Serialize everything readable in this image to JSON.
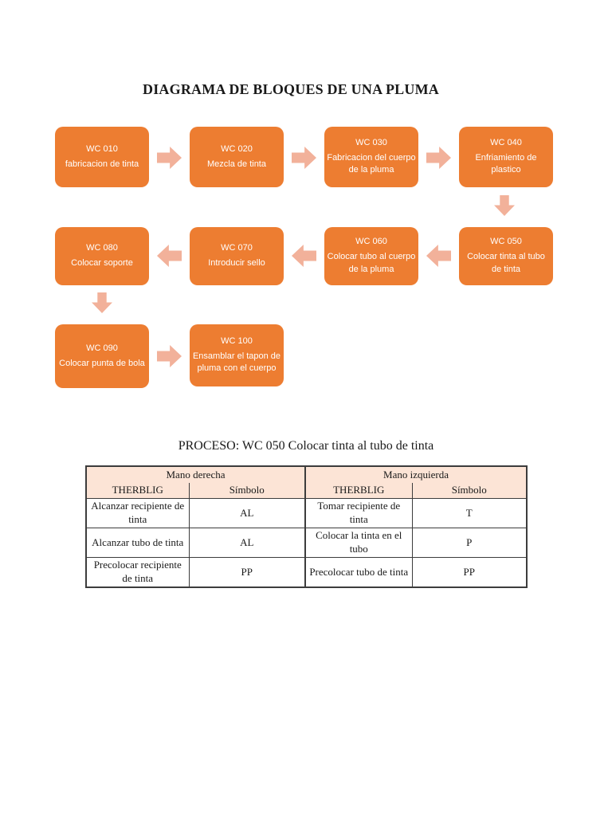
{
  "page": {
    "title": "DIAGRAMA DE BLOQUES DE UNA PLUMA",
    "process_heading": "PROCESO: WC 050 Colocar tinta al tubo de tinta"
  },
  "colors": {
    "block": "#ED7D31",
    "arrow": "#F2B19A",
    "table_header_bg": "#FCE4D6",
    "table_border": "#3C3C3C"
  },
  "diagram": {
    "blocks": [
      {
        "code": "WC 010",
        "label": "fabricacion de tinta"
      },
      {
        "code": "WC 020",
        "label": "Mezcla de tinta"
      },
      {
        "code": "WC 030",
        "label": "Fabricacion del cuerpo de la pluma"
      },
      {
        "code": "WC 040",
        "label": "Enfriamiento de plastico"
      },
      {
        "code": "WC 050",
        "label": "Colocar tinta al tubo de tinta"
      },
      {
        "code": "WC 060",
        "label": "Colocar tubo al cuerpo de la pluma"
      },
      {
        "code": "WC 070",
        "label": "Introducir sello"
      },
      {
        "code": "WC 080",
        "label": "Colocar soporte"
      },
      {
        "code": "WC 090",
        "label": "Colocar punta de bola"
      },
      {
        "code": "WC 100",
        "label": "Ensamblar el tapon de pluma con el cuerpo"
      }
    ]
  },
  "table": {
    "groups": [
      "Mano derecha",
      "Mano izquierda"
    ],
    "columns": [
      "THERBLIG",
      "Símbolo",
      "THERBLIG",
      "Símbolo"
    ],
    "rows": [
      [
        "Alcanzar recipiente de tinta",
        "AL",
        "Tomar recipiente de tinta",
        "T"
      ],
      [
        "Alcanzar tubo de tinta",
        "AL",
        "Colocar la tinta en el tubo",
        "P"
      ],
      [
        "Precolocar recipiente de tinta",
        "PP",
        "Precolocar tubo de tinta",
        "PP"
      ]
    ]
  }
}
